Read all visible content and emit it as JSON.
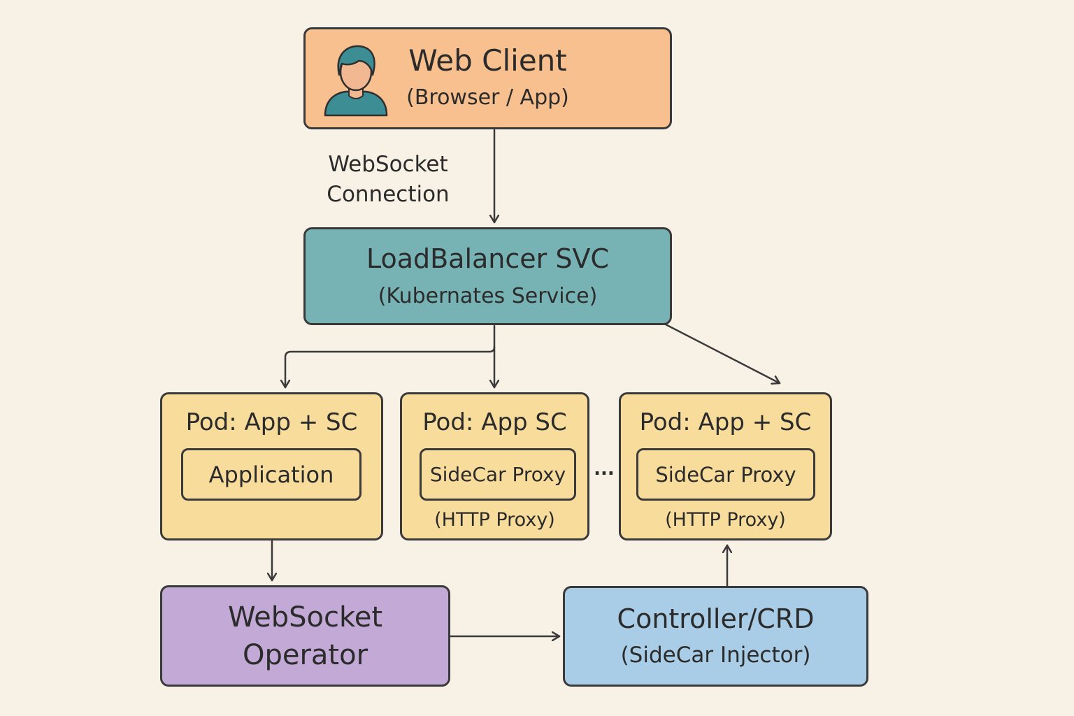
{
  "colors": {
    "background": "#f8f2e6",
    "web_client": "#f7c08e",
    "load_balancer": "#77b3b4",
    "pod": "#f8dc9b",
    "operator": "#c3aad6",
    "controller": "#a9cde6",
    "stroke": "#3a3a3a"
  },
  "web_client": {
    "title": "Web Client",
    "subtitle": "(Browser / App)",
    "icon": "user-icon"
  },
  "connection_label": {
    "line1": "WebSocket",
    "line2": "Connection"
  },
  "load_balancer": {
    "title": "LoadBalancer SVC",
    "subtitle": "(Kubernates Service)"
  },
  "pods": [
    {
      "title": "Pod: App + SC",
      "inner": "Application",
      "note": ""
    },
    {
      "title": "Pod: App SC",
      "inner": "SideCar Proxy",
      "note": "(HTTP Proxy)"
    },
    {
      "title": "Pod: App + SC",
      "inner": "SideCar Proxy",
      "note": "(HTTP Proxy)"
    }
  ],
  "ellipsis": "...",
  "operator": {
    "line1": "WebSocket",
    "line2": "Operator"
  },
  "controller": {
    "title": "Controller/CRD",
    "subtitle": "(SideCar Injector)"
  }
}
